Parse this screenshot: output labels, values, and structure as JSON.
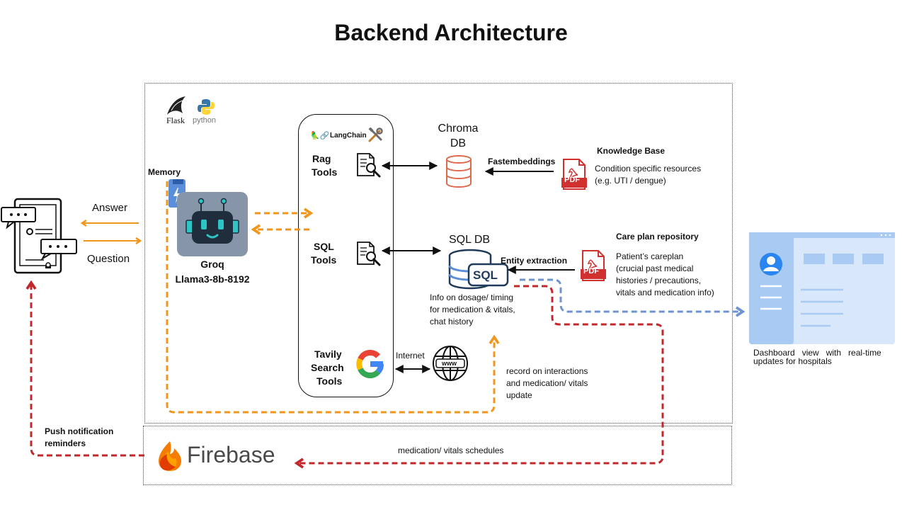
{
  "title": "Backend Architecture",
  "frameworks": {
    "flask": "Flask",
    "python": "python"
  },
  "memory_label": "Memory",
  "model": {
    "name": "Groq",
    "version": "Llama3-8b-8192"
  },
  "client": {
    "answer_label": "Answer",
    "question_label": "Question"
  },
  "langchain": {
    "brand": "LangChain",
    "rag_tools": [
      "Rag",
      "Tools"
    ],
    "sql_tools": [
      "SQL",
      "Tools"
    ],
    "tavily_tools": [
      "Tavily",
      "Search",
      "Tools"
    ]
  },
  "chroma": {
    "name_lines": [
      "Chroma",
      "DB"
    ],
    "edge_label": "Fastembeddings"
  },
  "knowledge_base": {
    "title": "Knowledge Base",
    "desc_lines": [
      "Condition specific resources",
      "(e.g. UTI / dengue)"
    ]
  },
  "sql_db": {
    "name": "SQL DB",
    "badge": "SQL",
    "desc_lines": [
      "Info on dosage/ timing",
      "for medication & vitals,",
      "chat history"
    ]
  },
  "entity_extraction": "Entity extraction",
  "care_plan": {
    "title": "Care plan repository",
    "desc_lines": [
      "Patient’s careplan",
      "(crucial past medical",
      "histories / precautions,",
      "vitals and medication info)"
    ]
  },
  "pdf_label": "PDF",
  "internet": {
    "label": "Internet",
    "globe_text": "www"
  },
  "record_note": [
    "record on interactions",
    "and medication/ vitals",
    "update"
  ],
  "push_notification": [
    "Push notification",
    "reminders"
  ],
  "firebase": {
    "name": "Firebase",
    "edge_label": "medication/ vitals schedules"
  },
  "dashboard": {
    "caption_lines": [
      "Dashboard   view   with   real-time",
      "updates for hospitals"
    ]
  },
  "colors": {
    "orange": "#F0961E",
    "red": "#C0282C",
    "blue": "#6E94D0",
    "robot": "#8696A8"
  },
  "icons": [
    "chat-tablet-icon",
    "flask-icon",
    "python-icon",
    "memory-card-icon",
    "robot-icon",
    "langchain-icon",
    "tools-icon",
    "document-search-icon",
    "database-icon",
    "pdf-icon",
    "sql-database-icon",
    "google-icon",
    "globe-icon",
    "firebase-icon",
    "dashboard-icon"
  ]
}
